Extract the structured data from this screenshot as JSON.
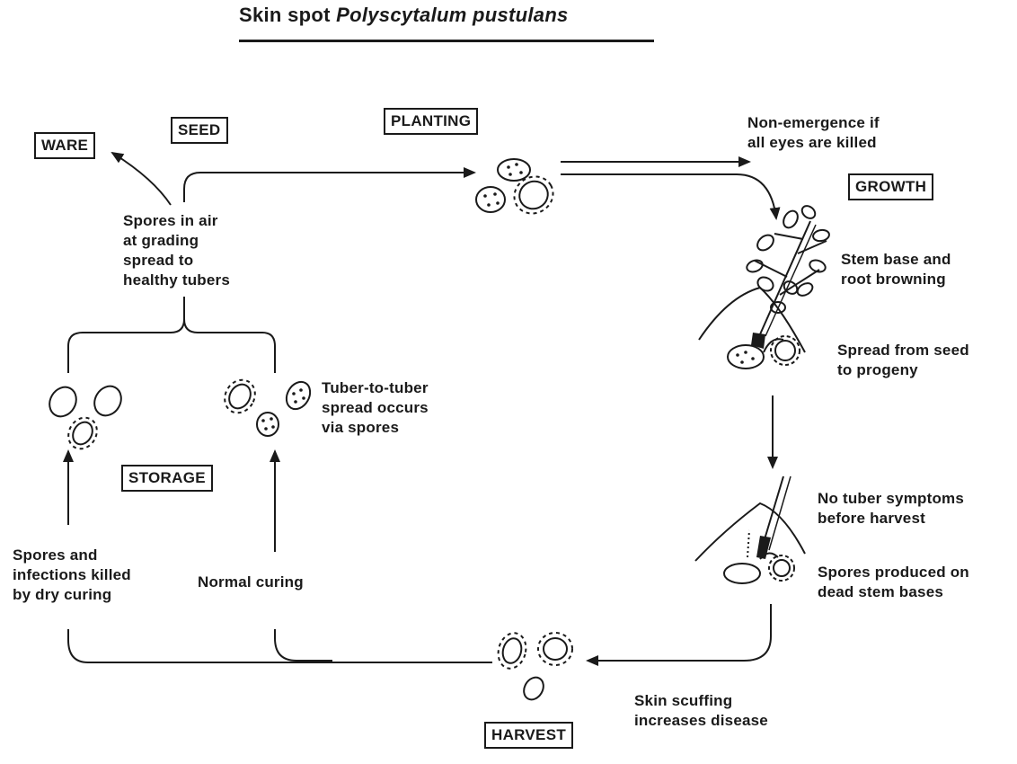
{
  "title": {
    "prefix": "Skin spot",
    "species": "Polyscytalum pustulans"
  },
  "stages": {
    "ware": "WARE",
    "seed": "SEED",
    "planting": "PLANTING",
    "growth": "GROWTH",
    "storage": "STORAGE",
    "harvest": "HARVEST"
  },
  "notes": {
    "non_emergence": "Non-emergence if\nall eyes are killed",
    "stem_base": "Stem base and\nroot browning",
    "spread_seed": "Spread from seed\nto progeny",
    "no_symptoms": "No tuber symptoms\nbefore harvest",
    "spores_produced": "Spores produced on\ndead stem bases",
    "skin_scuffing": "Skin scuffing\nincreases disease",
    "normal_curing": "Normal curing",
    "dry_curing": "Spores and\ninfections killed\nby dry curing",
    "tuber_to_tuber": "Tuber-to-tuber\nspread occurs\nvia spores",
    "spores_in_air": "Spores in air\nat grading\nspread to\nhealthy tubers"
  },
  "colors": {
    "ink": "#1a1a1a",
    "background": "#ffffff"
  }
}
